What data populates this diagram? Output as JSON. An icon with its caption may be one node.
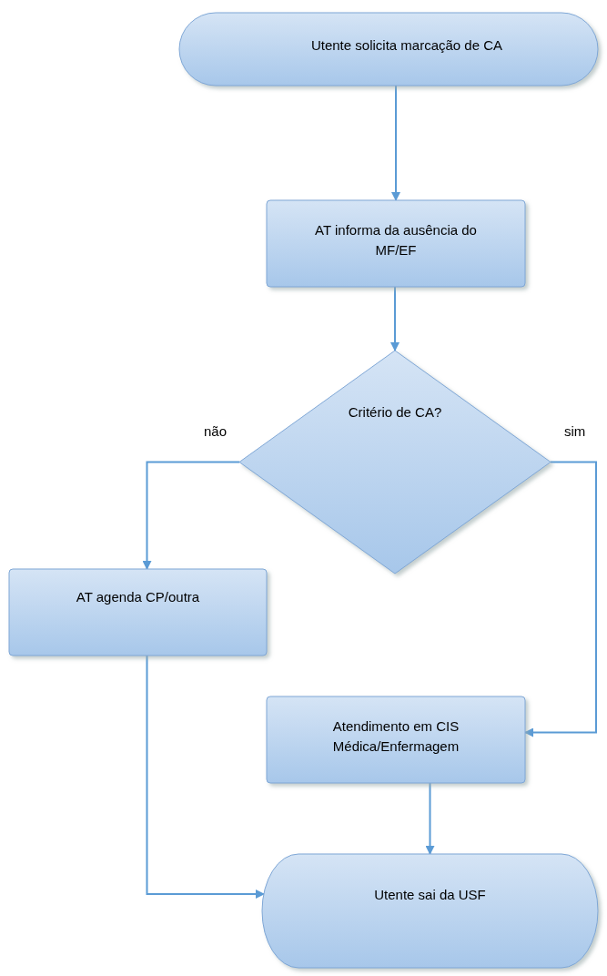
{
  "diagram": {
    "nodes": [
      {
        "text": [
          "Utente solicita marcação de CA"
        ]
      },
      {
        "text": [
          "AT informa da ausência do MF/EF"
        ]
      },
      {
        "text": [
          "Critério de CA?"
        ]
      },
      {
        "text": [
          "AT agenda CP/outra"
        ]
      },
      {
        "text": [
          "Atendimento em CIS Médica/Enfermagem"
        ]
      },
      {
        "text": [
          "Utente sai da USF"
        ]
      }
    ],
    "edges": [
      {
        "from": 0,
        "to": 1,
        "arrow": "to"
      },
      {
        "from": 1,
        "to": 2,
        "arrow": "to"
      },
      {
        "from": 2,
        "to": 3,
        "arrow": "to",
        "label": "não"
      },
      {
        "from": 2,
        "to": 4,
        "arrow": "to",
        "label": "sim"
      },
      {
        "from": 4,
        "to": 5,
        "arrow": "to"
      },
      {
        "from": 3,
        "to": 5,
        "arrow": "to"
      }
    ]
  }
}
